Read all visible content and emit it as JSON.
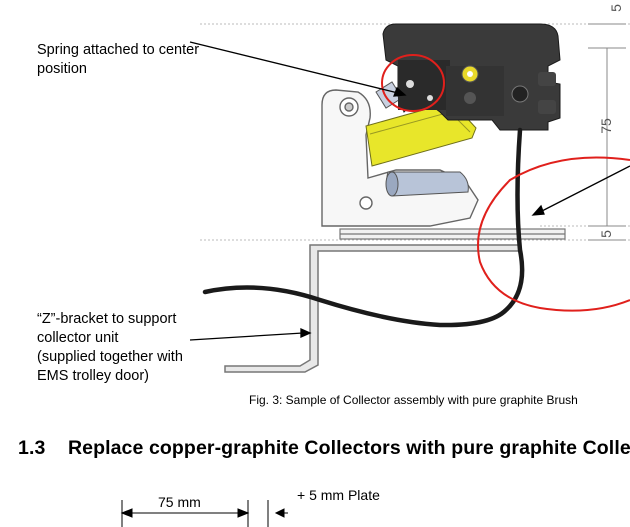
{
  "figure": {
    "callout_spring": [
      "Spring attached to center",
      "position"
    ],
    "callout_bracket": [
      "“Z”-bracket to support",
      "collector unit",
      "(supplied together with",
      "EMS trolley door)"
    ],
    "caption": "Fig. 3: Sample of Collector assembly with pure graphite Brush",
    "dimensions": {
      "top": "5",
      "middle": "75",
      "bottom": "5"
    }
  },
  "section": {
    "number": "1.3",
    "title": "Replace copper-graphite Collectors with pure graphite Collect"
  },
  "bottom_figure": {
    "dim_label": "75 mm",
    "plate_note": "+ 5 mm Plate"
  },
  "colors": {
    "collector_body": "#3a3a3a",
    "yellow_arm": "#e8e62a",
    "highlight_circle": "#e0201c",
    "cable": "#1a1a1a"
  }
}
